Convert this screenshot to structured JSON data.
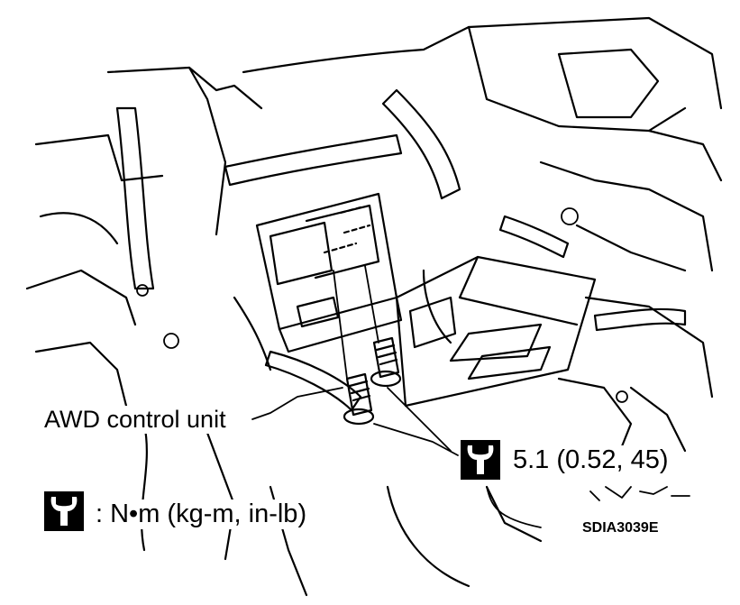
{
  "labels": {
    "component": "AWD control unit",
    "torque_value": "5.1 (0.52, 45)",
    "torque_units": ": N•m (kg-m, in-lb)",
    "figure_code": "SDIA3039E"
  },
  "icons": {
    "torque_symbol": "wrench-icon"
  }
}
